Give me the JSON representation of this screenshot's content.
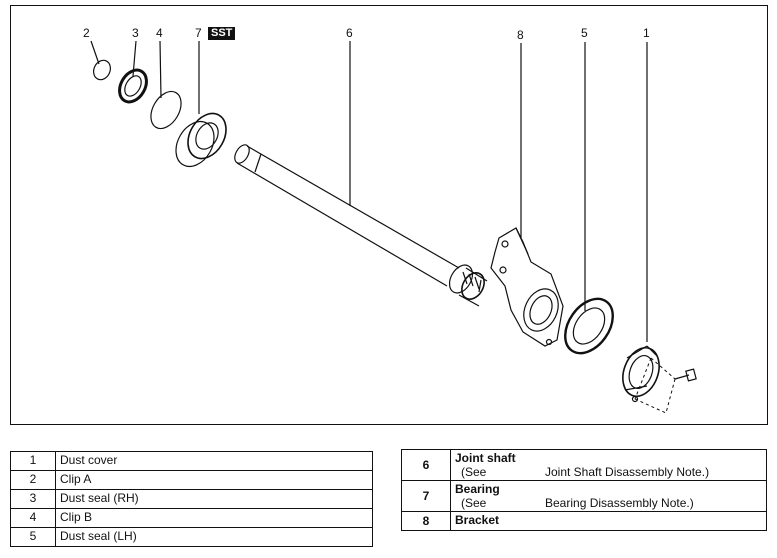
{
  "callouts": {
    "c2": "2",
    "c3": "3",
    "c4": "4",
    "c7": "7",
    "c6": "6",
    "c8": "8",
    "c5": "5",
    "c1": "1",
    "sst": "SST"
  },
  "legend_left": [
    {
      "num": "1",
      "name": "Dust cover"
    },
    {
      "num": "2",
      "name": "Clip A"
    },
    {
      "num": "3",
      "name": "Dust seal (RH)"
    },
    {
      "num": "4",
      "name": "Clip B"
    },
    {
      "num": "5",
      "name": "Dust seal (LH)"
    }
  ],
  "legend_right": [
    {
      "num": "6",
      "name": "Joint shaft",
      "see": "(See",
      "note": "Joint Shaft Disassembly Note.)"
    },
    {
      "num": "7",
      "name": "Bearing",
      "see": "(See",
      "note": "Bearing Disassembly Note.)"
    },
    {
      "num": "8",
      "name": "Bracket"
    }
  ]
}
